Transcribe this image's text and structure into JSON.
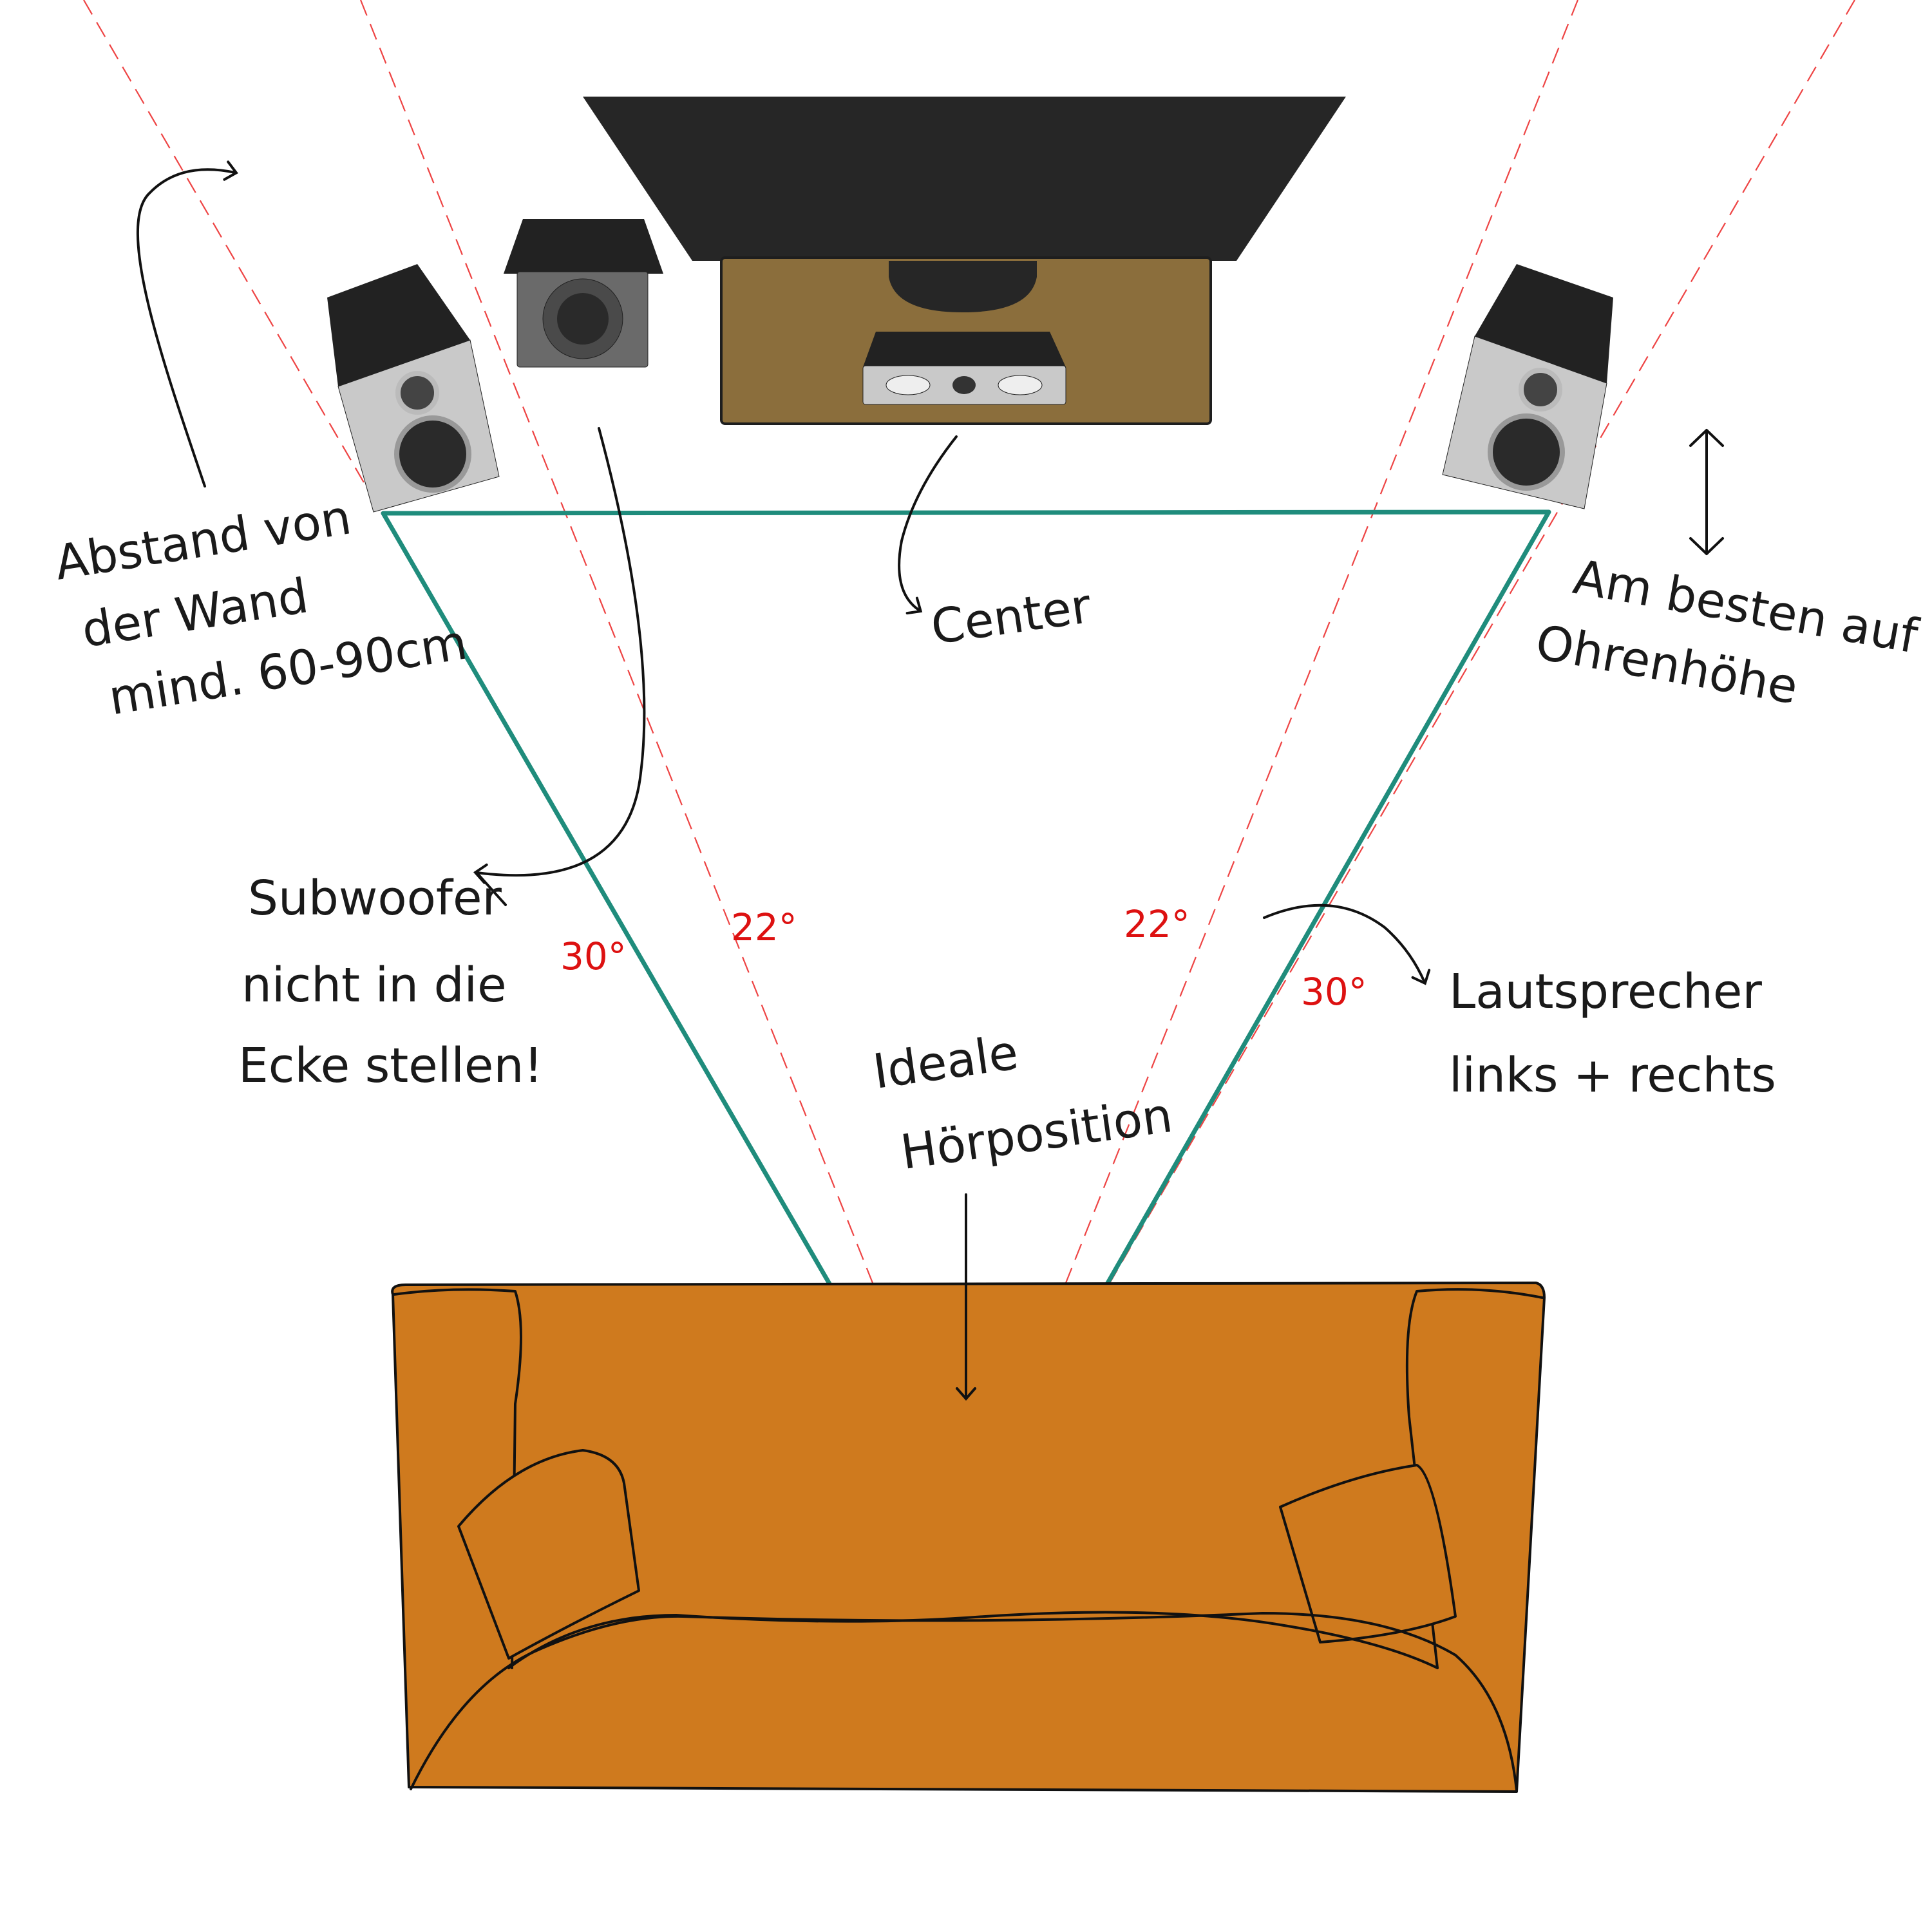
{
  "colors": {
    "tv": "#262626",
    "tv_stand": "#8b6e3c",
    "sofa": "#cf7a1e",
    "triangle": "#1f8c7c",
    "guide": "#ee4444",
    "angle_text": "#dd1111",
    "speaker_top": "#222222",
    "speaker_front": "#c9c9c9",
    "subwoofer_front": "#6a6a6a"
  },
  "icons": [
    "tv",
    "tv-stand",
    "center-speaker",
    "subwoofer",
    "left-speaker",
    "right-speaker",
    "sofa",
    "cushion"
  ],
  "labels": {
    "wall_distance": [
      "Abstand von",
      "der Wand",
      "mind. 60-90cm"
    ],
    "center": "Center",
    "ear_height": [
      "Am besten auf",
      "Ohrenhöhe"
    ],
    "subwoofer": [
      "Subwoofer",
      "nicht in die",
      "Ecke stellen!"
    ],
    "listening": [
      "Ideale",
      "Hörposition"
    ],
    "speakers": [
      "Lautsprecher",
      "links + rechts"
    ]
  },
  "angles": {
    "outer_left": "30°",
    "inner_left": "22°",
    "inner_right": "22°",
    "outer_right": "30°"
  }
}
